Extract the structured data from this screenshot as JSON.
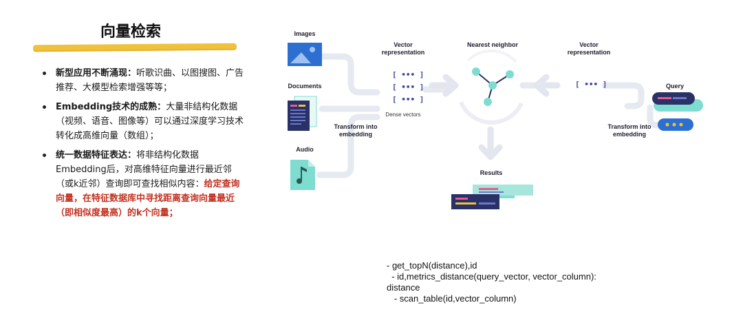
{
  "slide": {
    "title": "向量检索"
  },
  "bullets": [
    {
      "bold": "新型应用不断涌现：",
      "text": "听歌识曲、以图搜图、广告推荐、大模型检索增强等等；"
    },
    {
      "bold": "Embedding技术的成熟：",
      "text": "大量非结构化数据（视频、语音、图像等）可以通过深度学习技术转化成高维向量（数组）；"
    },
    {
      "bold": "统一数据特征表达：",
      "text": "将非结构化数据Embedding后，对高维特征向量进行最近邻（或k近邻）查询即可查找相似内容：",
      "highlight": "给定查询向量，在特征数据库中寻找距离查询向量最近（即相似度最高）的k个向量；"
    }
  ],
  "diagram": {
    "inputs": {
      "images": "Images",
      "documents": "Documents",
      "audio": "Audio"
    },
    "transform_left": "Transform into embedding",
    "vector_rep_left": "Vector representation",
    "vector_glyph": "[ ••• ]",
    "dense_vectors": "Dense vectors",
    "nearest_neighbor": "Nearest neighbor",
    "vector_rep_right": "Vector representation",
    "query_vector_glyph": "[ ••• ]",
    "query": "Query",
    "transform_right": "Transform into embedding",
    "results": "Results",
    "colors": {
      "navy": "#2a3166",
      "blue": "#2d6fd1",
      "teal": "#7fdcd0",
      "pink": "#e25c8c",
      "gray_arrow": "#e4e7ee"
    }
  },
  "code": {
    "lines": [
      "- get_topN(distance),id",
      "  - id,metrics_distance(query_vector, vector_column):",
      "distance",
      "   - scan_table(id,vector_column)"
    ]
  }
}
